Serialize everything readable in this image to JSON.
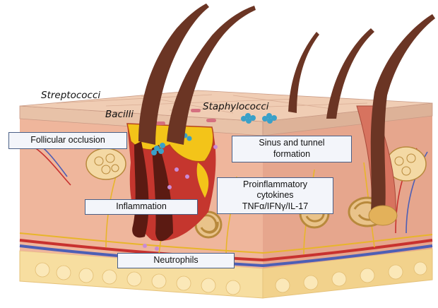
{
  "labels": {
    "streptococci": "Streptococci",
    "bacilli": "Bacilli",
    "staphylococci": "Staphylococci",
    "follicular_occlusion": "Follicular occlusion",
    "sinus_line1": "Sinus and tunnel",
    "sinus_line2": "formation",
    "proinflam_line1": "Proinflammatory",
    "proinflam_line2": "cytokines",
    "proinflam_line3": "TNFα/IFNγ/IL-17",
    "inflammation": "Inflammation",
    "neutrophils": "Neutrophils"
  },
  "colors": {
    "epidermis": "#e8c2a8",
    "dermis": "#efb69c",
    "dermis_side": "#e6a68d",
    "fat": "#f7dea0",
    "hair": "#6b3524",
    "pus": "#f3c419",
    "lesion": "#c5362e",
    "artery": "#c8322f",
    "vein": "#4d5fb5",
    "nerve": "#e8b52a",
    "label_border": "#4a5f86",
    "label_fill": "#f3f5fa"
  }
}
